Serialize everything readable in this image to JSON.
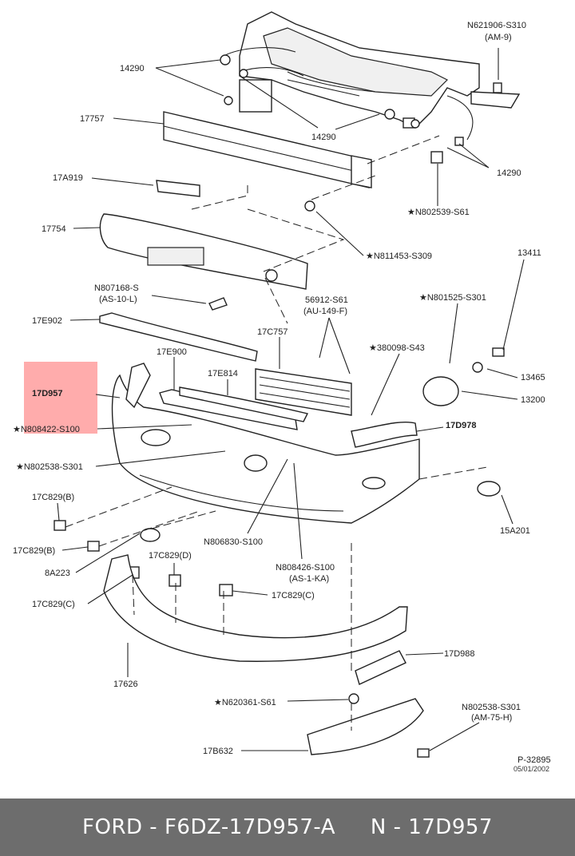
{
  "labels": {
    "l14290a": "14290",
    "l14290b": "14290",
    "l14290c": "14290",
    "n621906": "N621906-S310",
    "am9": "(AM-9)",
    "l17757": "17757",
    "l17a919": "17A919",
    "n802539": "★N802539-S61",
    "l17754": "17754",
    "n811453": "★N811453-S309",
    "n807168": "N807168-S",
    "as10l": "(AS-10-L)",
    "l13411": "13411",
    "n56912": "56912-S61",
    "au149f": "(AU-149-F)",
    "n801525": "★N801525-S301",
    "l17e902": "17E902",
    "l17c757": "17C757",
    "n380098": "★380098-S43",
    "l13465": "13465",
    "l17e900": "17E900",
    "l17e814": "17E814",
    "l13200": "13200",
    "l17d957": "17D957",
    "l17d978": "17D978",
    "n808422": "★N808422-S100",
    "n802538": "★N802538-S301",
    "l17c829b1": "17C829(B)",
    "l17c829b2": "17C829(B)",
    "l15a201": "15A201",
    "n806830": "N806830-S100",
    "l8a223": "8A223",
    "l17c829d": "17C829(D)",
    "n808426": "N808426-S100",
    "as1ka": "(AS-1-KA)",
    "l17c829c1": "17C829(C)",
    "l17c829c2": "17C829(C)",
    "l17d988": "17D988",
    "l17626": "17626",
    "n620361": "★N620361-S61",
    "n802538b": "N802538-S301",
    "am75h": "(AM-75-H)",
    "l17b632": "17B632",
    "pcode": "P-32895",
    "pdate": "05/01/2002"
  },
  "highlight_color": "#ff9090",
  "footer": {
    "text": "FORD - F6DZ-17D957-A     N - 17D957",
    "background": "#6d6d6d"
  }
}
